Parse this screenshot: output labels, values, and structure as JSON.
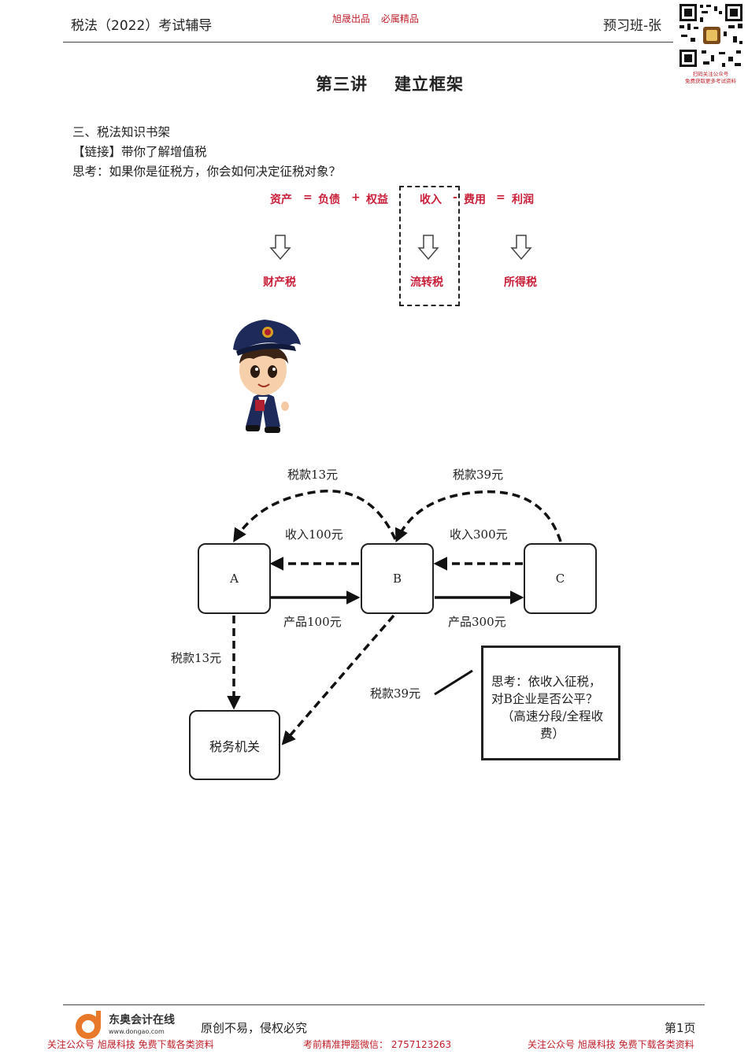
{
  "header": {
    "left": "税法（2022）考试辅导",
    "center_1": "旭晟出品",
    "center_2": "必属精品",
    "right": "预习班-张",
    "qr_caption_1": "扫码关注公众号",
    "qr_caption_2": "免费获取更多考试资料"
  },
  "title": {
    "part1": "第三讲",
    "part2": "建立框架"
  },
  "body": {
    "section": "三、税法知识书架",
    "link": "【链接】带你了解增值税",
    "question": "思考：如果你是征税方，你会如何决定征税对象？"
  },
  "equation": {
    "assets": "资产",
    "eq1": "=",
    "liabilities": "负债",
    "plus": "+",
    "equity": "权益",
    "revenue": "收入",
    "minus": "-",
    "expenses": "费用",
    "eq2": "=",
    "profit": "利润",
    "tax_property": "财产税",
    "tax_turnover": "流转税",
    "tax_income": "所得税"
  },
  "flow": {
    "node_a": "A",
    "node_b": "B",
    "node_c": "C",
    "node_tax": "税务机关",
    "tax13_top": "税款13元",
    "tax39_top": "税款39元",
    "income100": "收入100元",
    "income300": "收入300元",
    "product100": "产品100元",
    "product300": "产品300元",
    "tax13_left": "税款13元",
    "tax39_mid": "税款39元",
    "think_1": "思考：依收入征税，",
    "think_2": "对B企业是否公平？",
    "think_3": "（高速分段/全程收",
    "think_4": "费）"
  },
  "footer": {
    "brand": "东奥会计在线",
    "url": "www.dongao.com",
    "slogan": "原创不易，侵权必究",
    "page": "第1页",
    "left_notice": "关注公众号 旭晟科技 免费下载各类资料",
    "center_notice": "考前精准押题微信：  2757123263",
    "right_notice": "关注公众号 旭晟科技 免费下载各类资料"
  }
}
